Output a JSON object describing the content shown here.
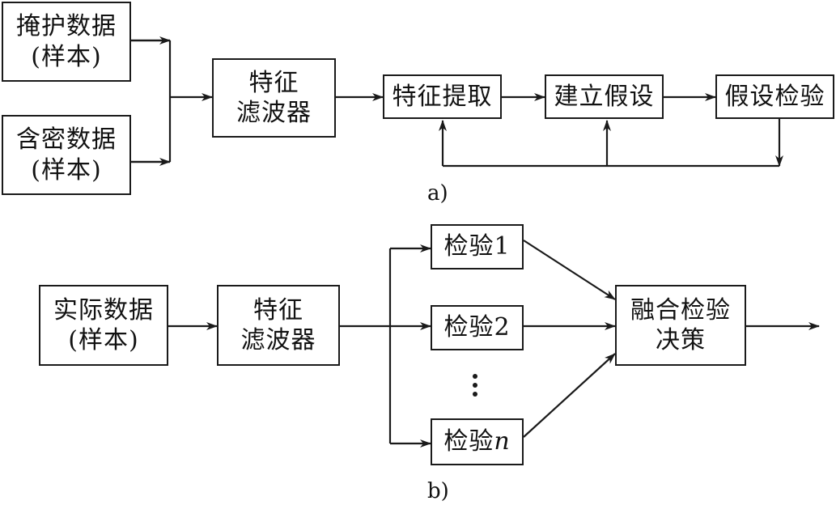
{
  "diagram_a": {
    "cover_data": {
      "line1": "掩护数据",
      "line2": "(样本)"
    },
    "stego_data": {
      "line1": "含密数据",
      "line2": "(样本)"
    },
    "feature_filter": {
      "line1": "特征",
      "line2": "滤波器"
    },
    "feature_extract": "特征提取",
    "build_hypothesis": "建立假设",
    "hypothesis_test": "假设检验",
    "caption": "a)"
  },
  "diagram_b": {
    "actual_data": {
      "line1": "实际数据",
      "line2": "(样本)"
    },
    "feature_filter": {
      "line1": "特征",
      "line2": "滤波器"
    },
    "test_1": "检验1",
    "test_2": "检验2",
    "test_n_prefix": "检验",
    "test_n_suffix": "n",
    "fusion": {
      "line1": "融合检验",
      "line2": "决策"
    },
    "caption": "b)"
  }
}
